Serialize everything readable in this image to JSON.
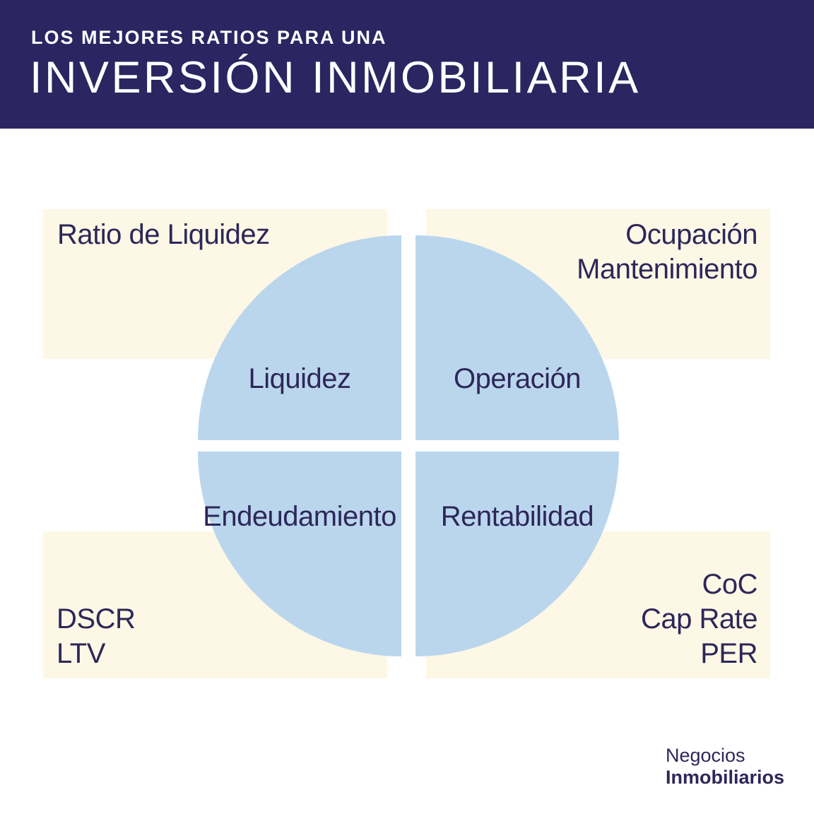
{
  "header": {
    "kicker": "LOS MEJORES RATIOS PARA UNA",
    "title": "INVERSIÓN INMOBILIARIA"
  },
  "quadrants": {
    "top_left": {
      "label": "Liquidez"
    },
    "top_right": {
      "label": "Operación"
    },
    "bottom_left": {
      "label": "Endeudamiento"
    },
    "bottom_right": {
      "label": "Rentabilidad"
    }
  },
  "notes": {
    "top_left": {
      "line1": "Ratio de Liquidez"
    },
    "top_right": {
      "line1": "Ocupación",
      "line2": "Mantenimiento"
    },
    "bottom_left": {
      "line1": "DSCR",
      "line2": "LTV"
    },
    "bottom_right": {
      "line1": "CoC",
      "line2": "Cap Rate",
      "line3": "PER"
    }
  },
  "brand": {
    "line1": "Negocios",
    "line2": "Inmobiliarios"
  },
  "colors": {
    "header_bg": "#2b2561",
    "header_text": "#ffffff",
    "note_bg": "#fdf7e6",
    "circle_fill": "#bad6ed",
    "text": "#2d2759",
    "page_bg": "#ffffff"
  }
}
